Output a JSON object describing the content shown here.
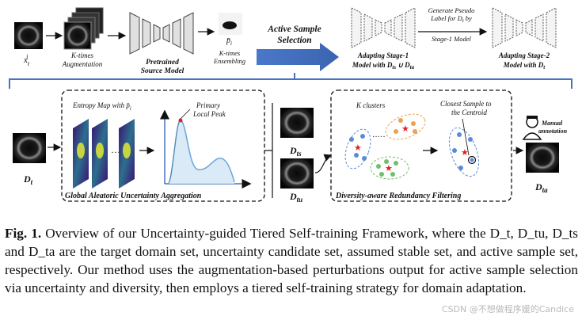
{
  "top_row": {
    "input_sub": "t",
    "input_sup": "i",
    "augmentation_label": "K-times Augmentation",
    "pretrained_label": "Pretrained Source Model",
    "pbar_label": "p̄",
    "pbar_sub": "i",
    "ensembling_label": "K-times Ensembling",
    "active_selection_label": "Active Sample Selection",
    "stage1_label": "Adapting Stage-1 Model with D ts ∪ D ta",
    "pseudo_label_text": "Generate Pseudo Label for D t by Stage-1 Model",
    "stage2_label": "Adapting Stage-2 Model with D t"
  },
  "bottom_row": {
    "dt_label": "D",
    "dt_sub": "t",
    "entropy_map_label": "Entropy Map with p̄",
    "entropy_map_sub": "i",
    "primary_peak_label": "Primary Local Peak",
    "global_box_title": "Global Aleatoric Uncertainty Aggregation",
    "dts_label": "D",
    "dts_sub": "ts",
    "dtu_label": "D",
    "dtu_sub": "tu",
    "k_clusters_label": "K clusters",
    "closest_sample_label": "Closest Sample to the Centroid",
    "diversity_box_title": "Diversity-aware Redundancy Filtering",
    "manual_annotation_label": "Manual annotation",
    "dta_label": "D",
    "dta_sub": "ta"
  },
  "caption": {
    "fig_label": "Fig. 1.",
    "text_1": "Overview of our Uncertainty-guided Tiered Self-training Framework, where the",
    "text_2": "D_t, D_tu, D_ts and D_ta are the target domain set, uncertainty candidate set, assumed stable set, and active sample set, respectively. Our method uses the augmentation-based perturbations output for active sample selection via uncertainty and diversity, then employs a tiered self-training strategy for domain adaptation.",
    "watermark": "CSDN @不想做程序媛的Candice"
  },
  "colors": {
    "arrow_blue": "#4472c4",
    "cluster_blue": "#5b8bd6",
    "cluster_green": "#6fbf6f",
    "cluster_orange": "#f0a050",
    "star_red": "#e02020",
    "curve_blue": "#6aa6d8"
  }
}
